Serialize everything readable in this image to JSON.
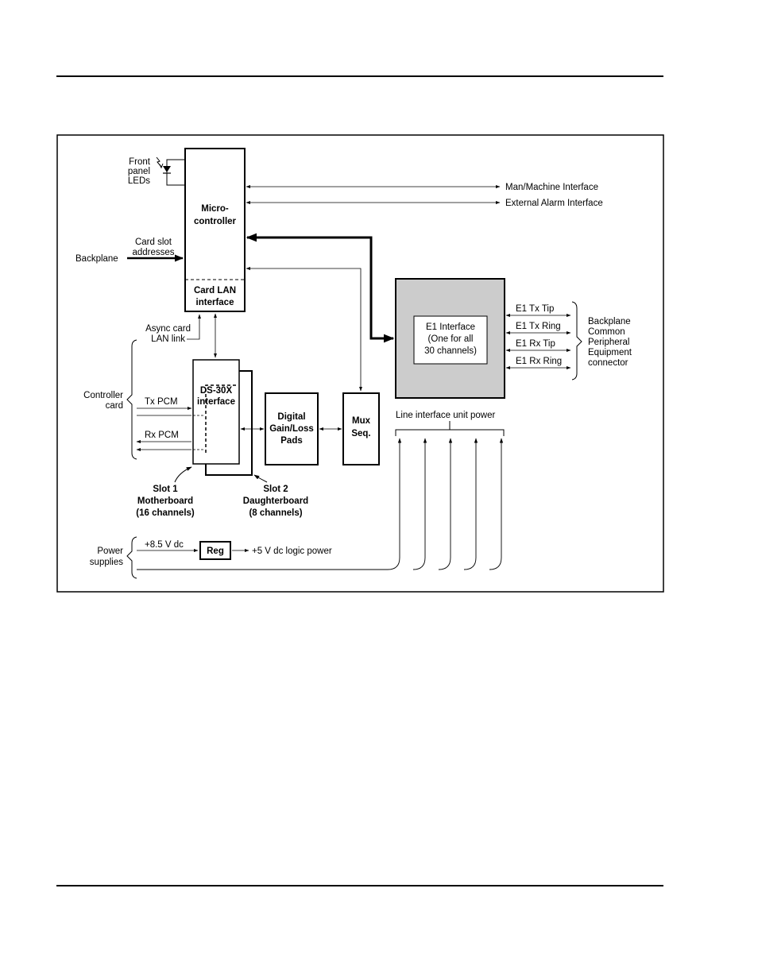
{
  "blocks": {
    "micro_l1": "Micro-",
    "micro_l2": "controller",
    "cardlan_l1": "Card LAN",
    "cardlan_l2": "interface",
    "ds30x_l1": "DS-30X",
    "ds30x_l2": "interface",
    "dgain_l1": "Digital",
    "dgain_l2": "Gain/Loss",
    "dgain_l3": "Pads",
    "mux_l1": "Mux",
    "mux_l2": "Seq.",
    "e1_l1": "E1 Interface",
    "e1_l2": "(One for all",
    "e1_l3": "30 channels)",
    "reg": "Reg"
  },
  "labels": {
    "front_l1": "Front",
    "front_l2": "panel",
    "front_l3": "LEDs",
    "man_machine": "Man/Machine Interface",
    "ext_alarm": "External Alarm Interface",
    "cardslot_l1": "Card slot",
    "cardslot_l2": "addresses",
    "backplane": "Backplane",
    "async_l1": "Async card",
    "async_l2": "LAN link",
    "controller_l1": "Controller",
    "controller_l2": "card",
    "tx_pcm": "Tx PCM",
    "rx_pcm": "Rx PCM",
    "e1_tx_tip": "E1 Tx Tip",
    "e1_tx_ring": "E1 Tx Ring",
    "e1_rx_tip": "E1 Rx Tip",
    "e1_rx_ring": "E1 Rx Ring",
    "bp_l1": "Backplane",
    "bp_l2": "Common",
    "bp_l3": "Peripheral",
    "bp_l4": "Equipment",
    "bp_l5": "connector",
    "line_power": "Line interface unit power",
    "slot1_l1": "Slot 1",
    "slot1_l2": "Motherboard",
    "slot1_l3": "(16 channels)",
    "slot2_l1": "Slot 2",
    "slot2_l2": "Daughterboard",
    "slot2_l3": "(8 channels)",
    "v85": "+8.5 V dc",
    "v5": "+5 V dc logic power",
    "power_l1": "Power",
    "power_l2": "supplies"
  },
  "colors": {
    "e1_block_fill": "#cccccc",
    "line": "#000000"
  },
  "icons": [
    "led-icon"
  ]
}
